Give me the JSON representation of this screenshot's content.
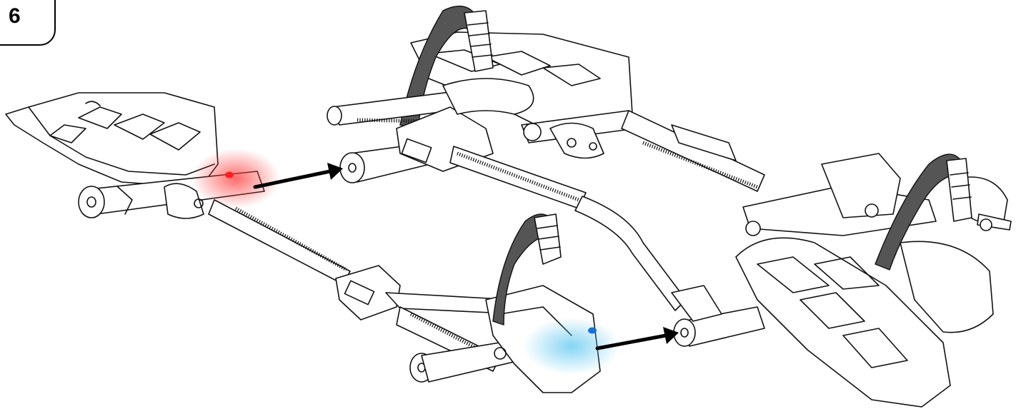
{
  "step": {
    "number": "6"
  },
  "colors": {
    "red_highlight": "#ff3b3b",
    "blue_highlight": "#5cc6f0",
    "arrow": "#000000",
    "line_art": "#111111"
  },
  "icons": {
    "arrow": "right-arrow-icon",
    "red_marker": "red-dot-marker",
    "blue_marker": "blue-dot-marker"
  }
}
